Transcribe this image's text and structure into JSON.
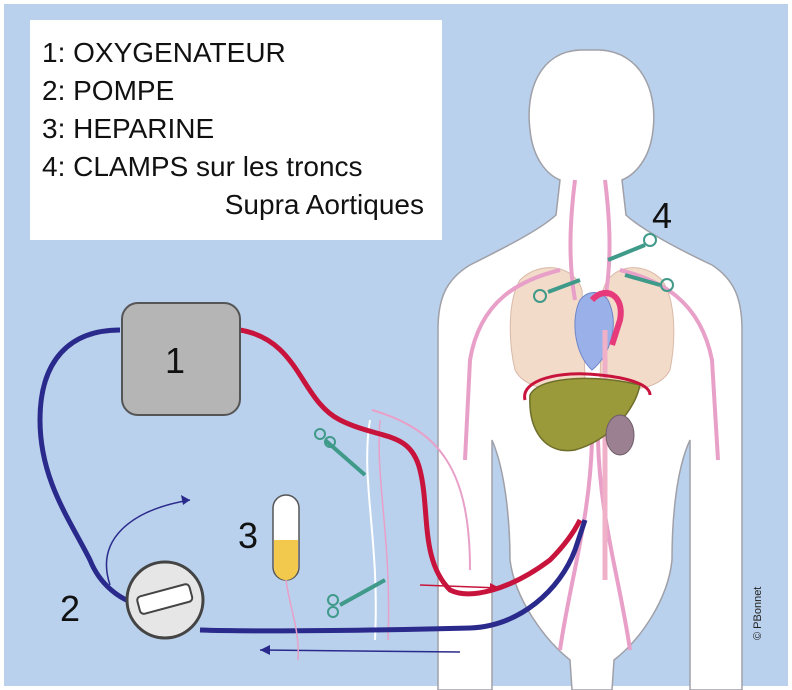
{
  "legend": {
    "items": [
      "1: OXYGENATEUR",
      "2: POMPE",
      "3: HEPARINE",
      "4: CLAMPS sur les troncs",
      "Supra Aortiques"
    ]
  },
  "labels": {
    "oxygenator": "1",
    "pump": "2",
    "heparin": "3",
    "clamps": "4"
  },
  "credit": "© PBonnet",
  "colors": {
    "background": "#b9d1ec",
    "body_fill": "#ffffff",
    "arterial_line": "#c8143c",
    "venous_line": "#2a2a8c",
    "oxygenator": "#b5b5b5",
    "clamp": "#3f9a8a",
    "liver": "#9a9a3a",
    "lungs": "#f2dcc9",
    "vessels_pink": "#e8a0c8"
  }
}
